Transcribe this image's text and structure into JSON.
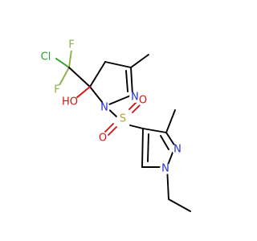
{
  "colors": {
    "carbon": "#000000",
    "nitrogen": "#2233cc",
    "oxygen": "#e01010",
    "sulfur": "#b8a22a",
    "fluorine": "#8cb04a",
    "chlorine": "#2aa02a"
  },
  "atoms": {
    "cl": "Cl",
    "f_top": "F",
    "f_bottom": "F",
    "ho": "HO",
    "n_ring1_upper": "N",
    "n_ring1_lower": "N",
    "s": "S",
    "o_left": "O",
    "o_right": "O",
    "n_ring2_upper": "N",
    "n_ring2_lower": "N"
  }
}
